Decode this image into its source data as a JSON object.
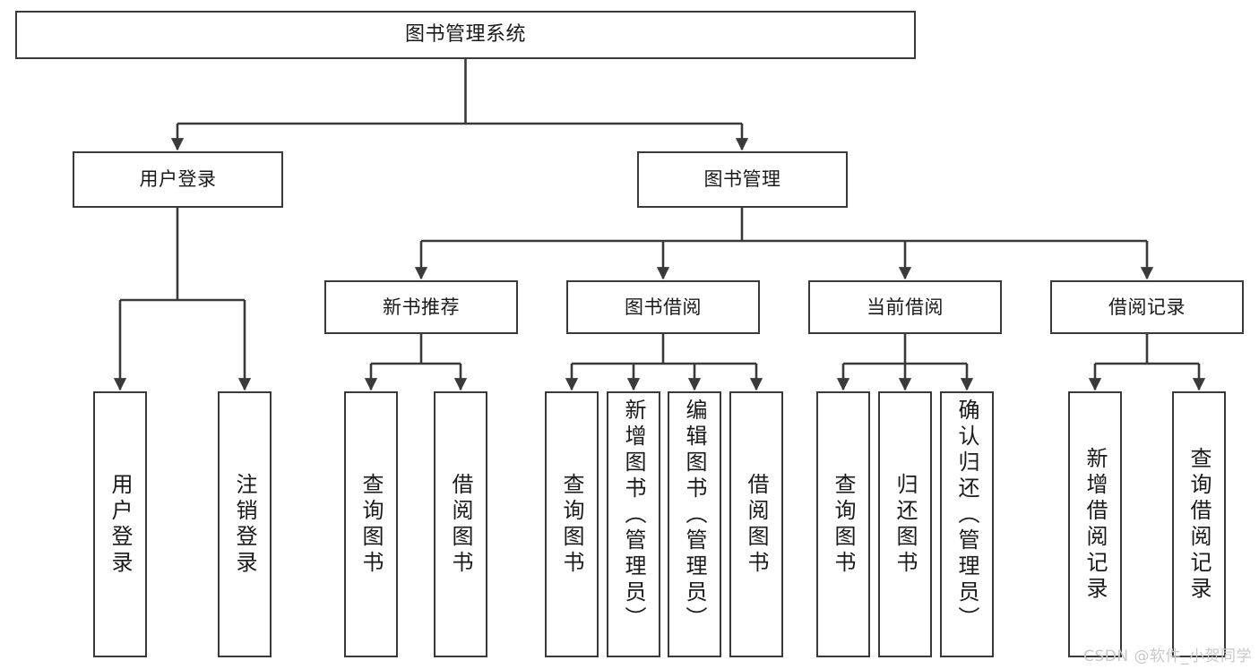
{
  "diagram": {
    "title": "图书管理系统",
    "type": "hierarchy-tree",
    "root": {
      "label": "图书管理系统"
    },
    "level2": [
      {
        "label": "用户登录"
      },
      {
        "label": "图书管理"
      }
    ],
    "level3": [
      {
        "label": "新书推荐"
      },
      {
        "label": "图书借阅"
      },
      {
        "label": "当前借阅"
      },
      {
        "label": "借阅记录"
      }
    ],
    "leaves": {
      "user_login": [
        {
          "label": "用户登录"
        },
        {
          "label": "注销登录"
        }
      ],
      "new_book_recommend": [
        {
          "label": "查询图书"
        },
        {
          "label": "借阅图书"
        }
      ],
      "book_borrow": [
        {
          "label": "查询图书"
        },
        {
          "label": "新增图书（管理员）"
        },
        {
          "label": "编辑图书（管理员）"
        },
        {
          "label": "借阅图书"
        }
      ],
      "current_borrow": [
        {
          "label": "查询图书"
        },
        {
          "label": "归还图书"
        },
        {
          "label": "确认归还（管理员）"
        }
      ],
      "borrow_record": [
        {
          "label": "新增借阅记录"
        },
        {
          "label": "查询借阅记录"
        }
      ]
    }
  },
  "watermark": {
    "text": "CSDN @软件_小贺同学"
  },
  "colors": {
    "border": "#3a3a3a",
    "background": "#ffffff",
    "text": "#1a1a1a",
    "watermark": "#c8c8c8"
  }
}
